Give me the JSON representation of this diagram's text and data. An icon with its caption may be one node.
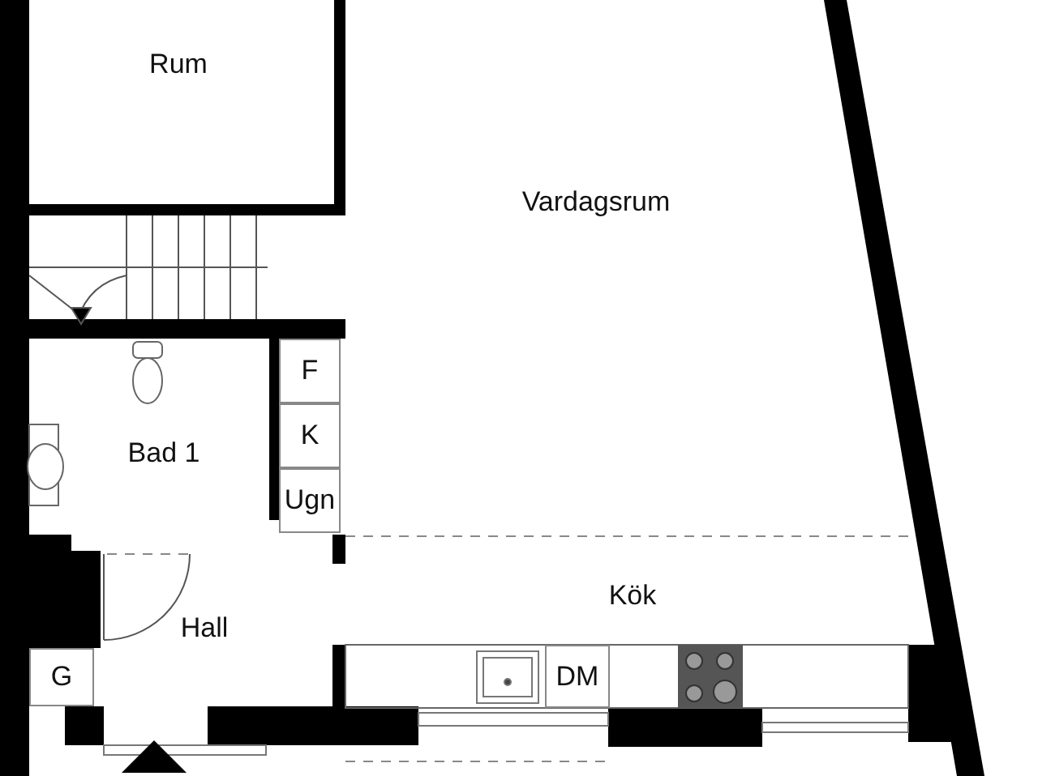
{
  "diagram": {
    "nodes": [
      {
        "text": [
          "Rum"
        ]
      },
      {
        "text": [
          "Vardagsrum"
        ]
      },
      {
        "text": [
          "F"
        ]
      },
      {
        "text": [
          "Bad 1"
        ]
      },
      {
        "text": [
          "K"
        ]
      },
      {
        "text": [
          "Ugn"
        ]
      },
      {
        "text": [
          "Kök"
        ]
      },
      {
        "text": [
          "Hall"
        ]
      },
      {
        "text": [
          "G"
        ]
      },
      {
        "text": [
          "DM"
        ]
      }
    ]
  }
}
